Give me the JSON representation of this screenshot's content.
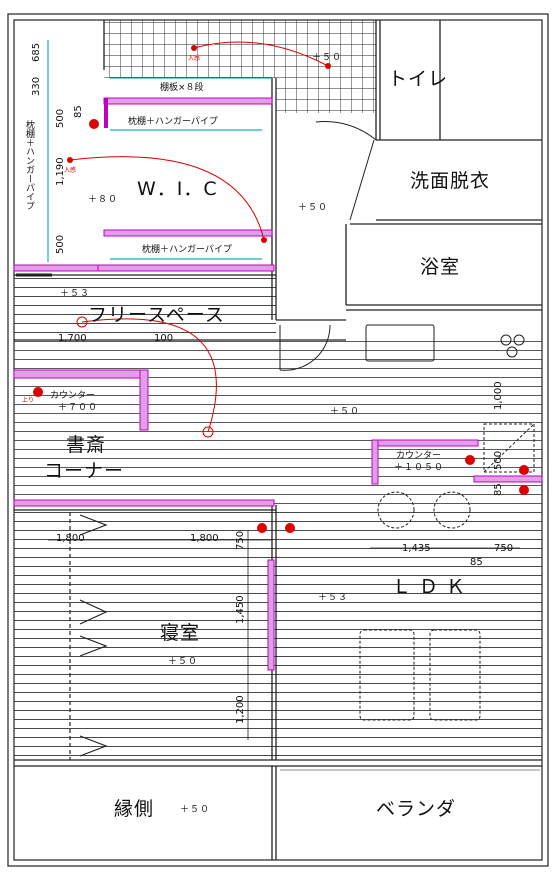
{
  "rooms": {
    "wic": "W．I．C",
    "toilet": "トイレ",
    "washroom": "洗面脱衣",
    "bath": "浴室",
    "free_space": "フリースペース",
    "study_line1": "書斎",
    "study_line2": "コーナー",
    "bedroom": "寝室",
    "ldk": "ＬＤＫ",
    "engawa": "縁側",
    "veranda": "ベランダ"
  },
  "notes": {
    "shelf_8": "棚板×８段",
    "shelf_hanger_top": "枕棚＋ハンガーパイプ",
    "shelf_hanger_bottom": "枕棚＋ハンガーパイプ",
    "shelf_hanger_vertical": "枕棚＋ハンガーパイプ",
    "counter_left": "カウンター",
    "counter_left_level": "＋７００",
    "counter_right": "カウンター",
    "counter_right_level": "＋１０５０"
  },
  "levels": {
    "wic": "＋８０",
    "hall": "＋５０",
    "free_space": "＋５３",
    "ldk_upper": "＋５０",
    "ldk": "＋５３",
    "bedroom": "＋５０",
    "engawa": "＋５０",
    "toilet_top": "＋５０"
  },
  "dims": {
    "d685": "685",
    "d330": "330",
    "d500a": "500",
    "d85": "85",
    "d1190": "1,190",
    "d500b": "500",
    "d1700": "1,700",
    "d100": "100",
    "d1000": "1,000",
    "d500c": "500",
    "d85b": "85",
    "d1800a": "1,800",
    "d1800b": "1,800",
    "d750": "750",
    "d1435": "1,435",
    "d750b": "750",
    "d85c": "85",
    "d1450": "1,450",
    "d1200": "1,200"
  },
  "markers": {
    "in1": "入感",
    "in2": "入感",
    "up": "上り"
  }
}
